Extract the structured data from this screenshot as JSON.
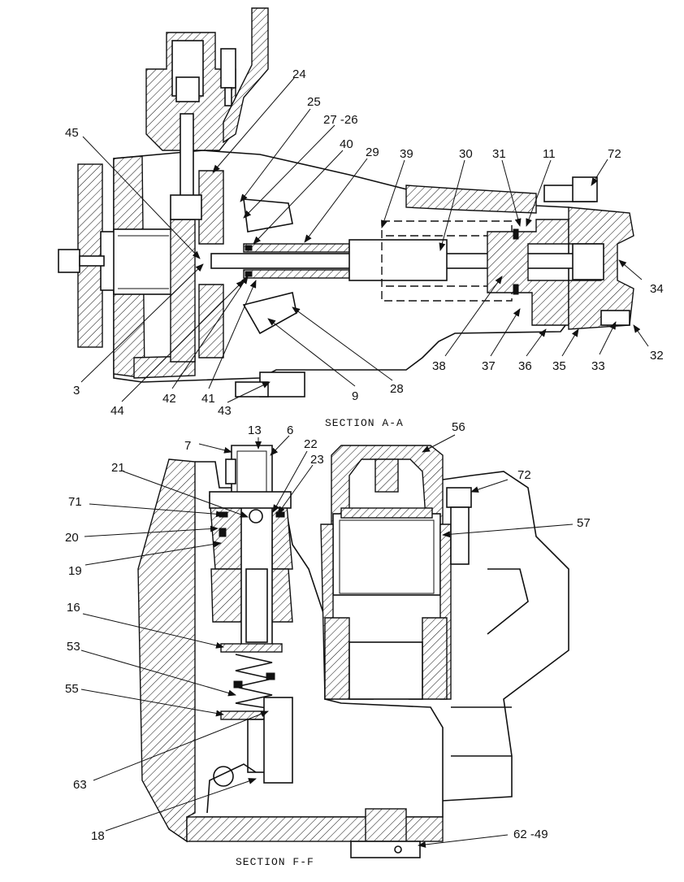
{
  "sections": [
    {
      "id": "a-a",
      "title": "SECTION A-A",
      "callouts": [
        "24",
        "25",
        "27 -26",
        "40",
        "29",
        "39",
        "30",
        "31",
        "11",
        "72",
        "45",
        "34",
        "32",
        "33",
        "35",
        "36",
        "37",
        "38",
        "28",
        "9",
        "43",
        "41",
        "42",
        "44",
        "3"
      ]
    },
    {
      "id": "f-f",
      "title": "SECTION F-F",
      "callouts": [
        "13",
        "6",
        "7",
        "22",
        "23",
        "21",
        "56",
        "72",
        "71",
        "57",
        "20",
        "19",
        "16",
        "53",
        "55",
        "63",
        "18",
        "62 -49"
      ]
    }
  ],
  "icons": [
    "leader-arrow-icon"
  ]
}
